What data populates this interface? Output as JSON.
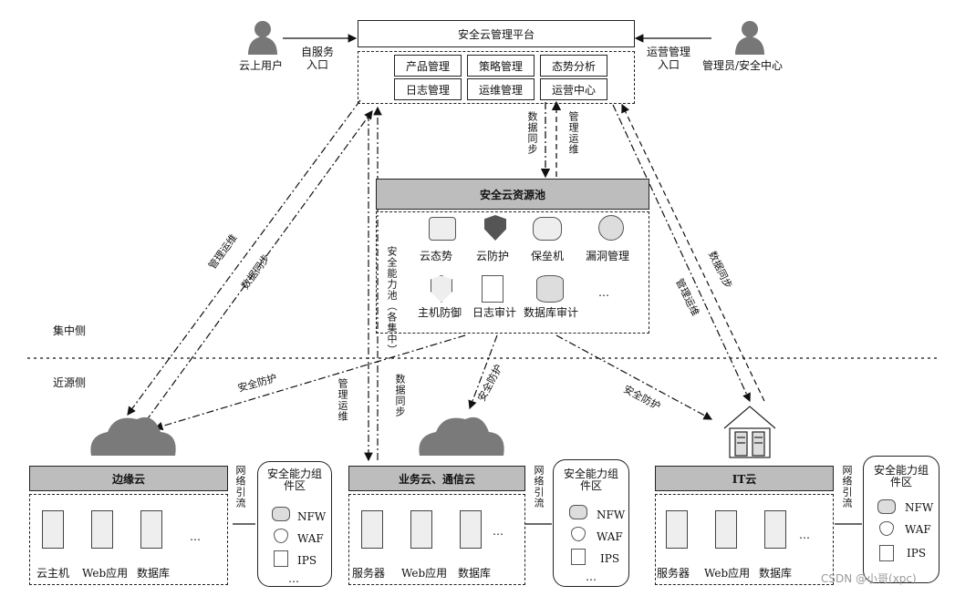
{
  "platform": {
    "title": "安全云管理平台",
    "modules": [
      "产品管理",
      "策略管理",
      "态势分析",
      "日志管理",
      "运维管理",
      "运营中心"
    ]
  },
  "left_user": {
    "label": "云上用户",
    "entry": [
      "自服务",
      "入口"
    ]
  },
  "right_user": {
    "label": "管理员/安全中心",
    "entry": [
      "运营管理",
      "入口"
    ]
  },
  "pool": {
    "title": "安全云资源池",
    "side_label": "安全能力池（各集中）",
    "items": [
      "云态势",
      "云防护",
      "保垒机",
      "漏洞管理",
      "主机防御",
      "日志审计",
      "数据库审计",
      "…"
    ]
  },
  "links": {
    "data_sync": "数据同步",
    "mgmt_ops": "管理运维",
    "protection": "安全防护"
  },
  "zones": {
    "central": "集中侧",
    "near": "近源侧"
  },
  "clouds": [
    {
      "title": "边缘云",
      "items": [
        "云主机",
        "Web应用",
        "数据库"
      ],
      "more": "…"
    },
    {
      "title": "业务云、通信云",
      "items": [
        "服务器",
        "Web应用",
        "数据库"
      ],
      "more": "…"
    },
    {
      "title": "IT云",
      "items": [
        "服务器",
        "Web应用",
        "数据库"
      ],
      "more": "…"
    }
  ],
  "diversion": "网络引流",
  "component_zone": {
    "title": "安全能力组件区",
    "items": [
      "NFW",
      "WAF",
      "IPS"
    ],
    "more": "…"
  },
  "watermark": "CSDN @小哥(xpc)"
}
